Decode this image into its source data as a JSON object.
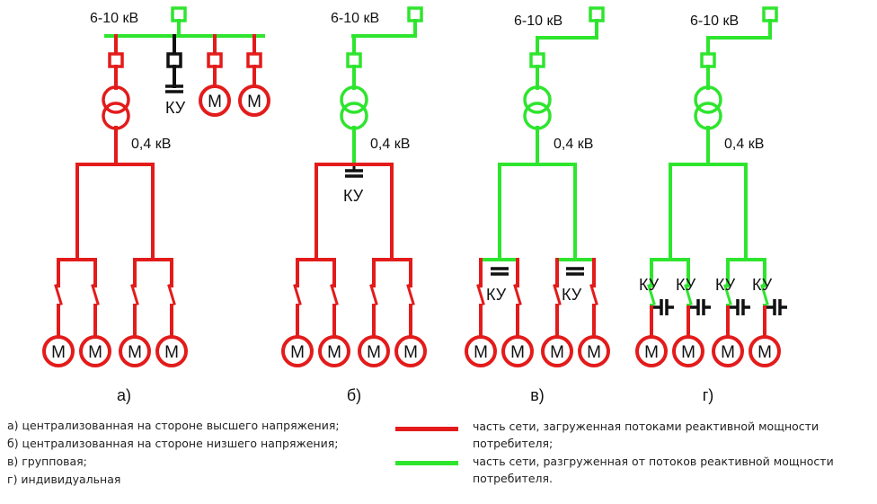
{
  "labels": {
    "hv": "6-10 кВ",
    "lv": "0,4 кВ",
    "ku": "КУ",
    "motor": "М"
  },
  "panels": [
    {
      "caption": "а)"
    },
    {
      "caption": "б)"
    },
    {
      "caption": "в)"
    },
    {
      "caption": "г)"
    }
  ],
  "legend": {
    "left_items": [
      "а) централизованная на стороне высшего напряжения;",
      "б) централизованная на стороне низшего напряжения;",
      "в) групповая;",
      "г) индивидуальная"
    ],
    "red_text": [
      "часть сети, загруженная потоками реактивной мощности",
      "потребителя;"
    ],
    "green_text": [
      "часть сети, разгруженная от потоков реактивной мощности",
      "потребителя."
    ]
  },
  "colors": {
    "loaded": "#e31b1b",
    "unloaded": "#2ee52e",
    "capacitor": "#111111"
  }
}
